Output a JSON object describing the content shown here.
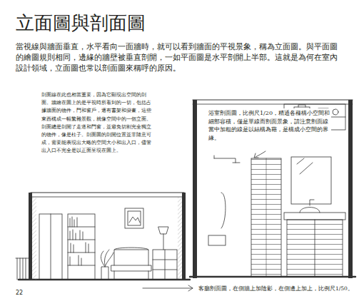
{
  "diagram": {
    "title": "立面圖與剖面圖",
    "labels": [
      "當視線與牆面垂直，水平看向一面牆時，就可以看到牆面的平視景象，稱為立面圖。與平面圖的繪圖規則相同，邊緣的牆壁被垂直剖開，一如平面圖是水平剖開上半部。這就是為何在室內設計領域，立面圖也常以剖面圖來稱呼的原因。",
      "剖面線在此也相當重要，因為它顯現出空間的剖面。牆繪在圖上的是平視時所看到的一切，包括占據牆面的物件，門和窗戶，還有書架和掛畫，這些東西構成一幅繁雜景觀，就像空間中的一個立面。剖面總是剖開了走道和門窗，並避免切割完全獨立的物件，像是柱子。剖面圖的剖開位置並非隨意可成，需要能表現出大略的空間大小和出入口，儘管出入口不完全是以正面呈現在圖上。",
      "浴室剖面圖，比例尺1/20，精通各種構小空間和細部容積，僅是單線而剖面景象，請注意剖面線當中加粗的線是以結構為藉，是構成小空間的界緣。",
      "客廳剖面圖，在側牆上加陰影，在側邊上加上，比例尺1/50。",
      "22"
    ]
  }
}
